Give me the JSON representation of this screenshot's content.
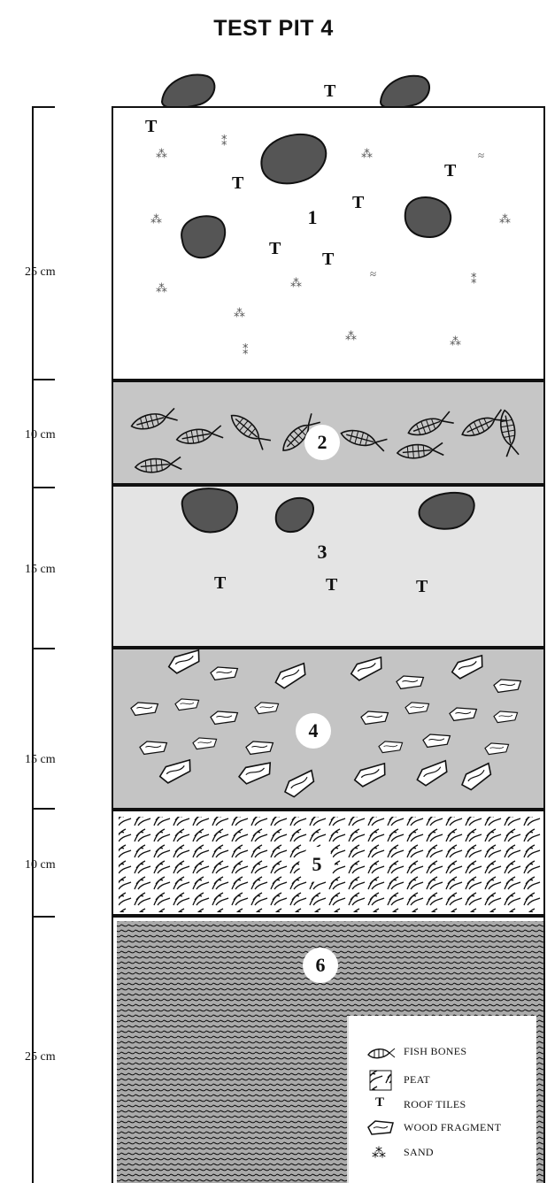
{
  "title": "TEST PIT 4",
  "depth_labels": [
    "25 cm",
    "10 cm",
    "15 cm",
    "15 cm",
    "10 cm",
    "25 cm"
  ],
  "layers": [
    {
      "number": "1",
      "fill": "#ffffff",
      "contents": [
        "roof tiles",
        "stones",
        "sand"
      ]
    },
    {
      "number": "2",
      "fill": "#c6c6c6",
      "contents": [
        "fish bones"
      ]
    },
    {
      "number": "3",
      "fill": "#e4e4e4",
      "contents": [
        "stones",
        "roof tiles"
      ]
    },
    {
      "number": "4",
      "fill": "#c4c4c4",
      "contents": [
        "wood fragments"
      ]
    },
    {
      "number": "5",
      "fill": "#ffffff",
      "contents": [
        "peat"
      ]
    },
    {
      "number": "6",
      "fill": "#9a9a9a",
      "contents": [
        "dense peat"
      ]
    }
  ],
  "tile_symbol": "T",
  "legend": {
    "items": [
      {
        "icon": "fish-bone-icon",
        "label": "FISH BONES"
      },
      {
        "icon": "peat-icon",
        "label": "PEAT"
      },
      {
        "icon": "roof-tile-icon",
        "symbol": "T",
        "label": "ROOF TILES"
      },
      {
        "icon": "wood-fragment-icon",
        "label": "WOOD FRAGMENT"
      },
      {
        "icon": "sand-icon",
        "label": "SAND"
      }
    ]
  },
  "colors": {
    "stone": "#555555",
    "ink": "#111111"
  }
}
